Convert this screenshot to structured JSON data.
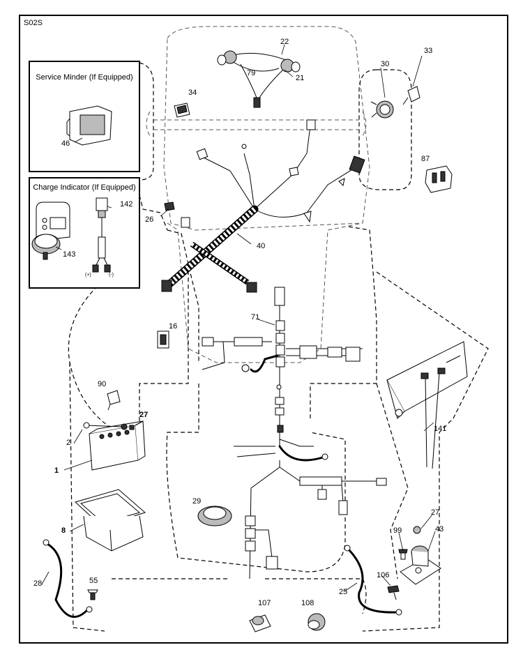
{
  "page_code": "S02S",
  "inset_service_minder": "Service Minder (If Equipped)",
  "inset_charge_indicator": "Charge Indicator (If Equipped)",
  "charge_polarity_pos": "(+)",
  "charge_polarity_neg": "(-)",
  "parts": {
    "p1": "1",
    "p2": "2",
    "p8": "8",
    "p16": "16",
    "p21": "21",
    "p22": "22",
    "p25": "25",
    "p26": "26",
    "p27a": "27",
    "p27b": "27",
    "p28": "28",
    "p29": "29",
    "p30": "30",
    "p33": "33",
    "p34": "34",
    "p40": "40",
    "p43": "43",
    "p46": "46",
    "p55": "55",
    "p71": "71",
    "p79": "79",
    "p87": "87",
    "p90": "90",
    "p99": "99",
    "p106": "106",
    "p107": "107",
    "p108": "108",
    "p141": "141",
    "p142": "142",
    "p143": "143"
  }
}
